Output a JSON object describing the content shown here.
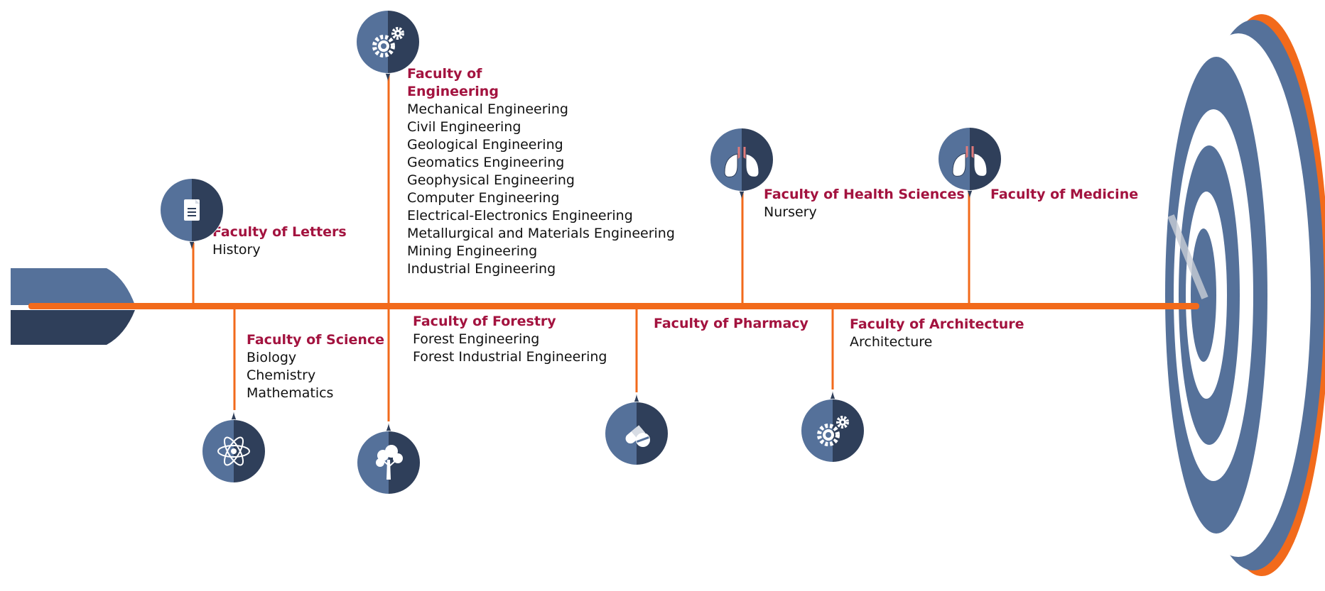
{
  "colors": {
    "accent": "#f26a1b",
    "title": "#a3133f",
    "dark": "#2f3f5a",
    "blue": "#55719a",
    "text": "#111111"
  },
  "faculties": [
    {
      "id": "letters",
      "title": "Faculty of Letters",
      "items": [
        "History"
      ],
      "icon": "document-icon"
    },
    {
      "id": "science",
      "title": "Faculty of Science",
      "items": [
        "Biology",
        "Chemistry",
        "Mathematics"
      ],
      "icon": "atom-icon"
    },
    {
      "id": "engineering",
      "title": "Faculty of\nEngineering",
      "items": [
        "Mechanical Engineering",
        "Civil Engineering",
        "Geological Engineering",
        "Geomatics Engineering",
        "Geophysical Engineering",
        "Computer Engineering",
        "Electrical-Electronics Engineering",
        "Metallurgical and Materials Engineering",
        "Mining Engineering",
        "Industrial Engineering"
      ],
      "icon": "gears-icon"
    },
    {
      "id": "forestry",
      "title": "Faculty of Forestry",
      "items": [
        "Forest Engineering",
        "Forest Industrial Engineering"
      ],
      "icon": "tree-icon"
    },
    {
      "id": "pharmacy",
      "title": "Faculty of Pharmacy",
      "items": [],
      "icon": "pills-icon"
    },
    {
      "id": "health",
      "title": "Faculty of Health Sciences",
      "items": [
        "Nursery"
      ],
      "icon": "lungs-icon"
    },
    {
      "id": "architecture",
      "title": "Faculty of Architecture",
      "items": [
        "Architecture"
      ],
      "icon": "gears-icon"
    },
    {
      "id": "medicine",
      "title": "Faculty of Medicine",
      "items": [],
      "icon": "lungs-icon"
    }
  ]
}
